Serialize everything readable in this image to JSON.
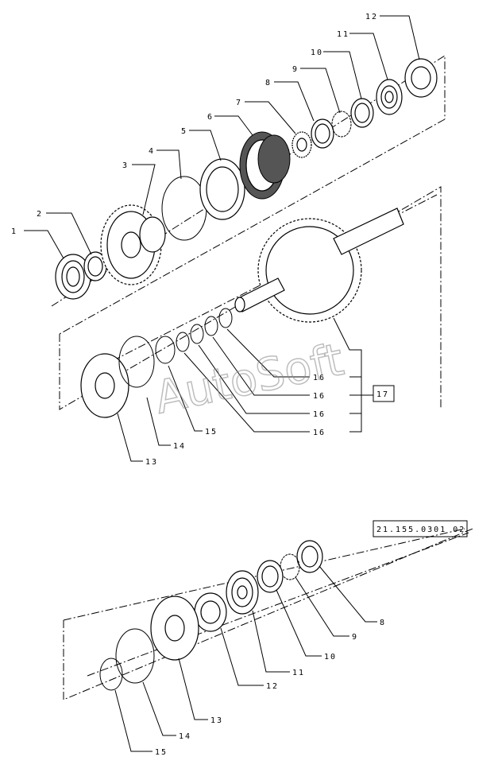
{
  "watermark": "AutoSoft",
  "reference_code": "21.155.0301 02",
  "group_box": "17",
  "upper_labels": {
    "l1": "1",
    "l2": "2",
    "l3": "3",
    "l4": "4",
    "l5": "5",
    "l6": "6",
    "l7": "7",
    "l8": "8",
    "l9": "9",
    "l10": "10",
    "l11": "11",
    "l12": "12",
    "l13": "13",
    "l14": "14",
    "l15": "15",
    "l16a": "16",
    "l16b": "16",
    "l16c": "16",
    "l16d": "16"
  },
  "lower_labels": {
    "l8": "8",
    "l9": "9",
    "l10": "10",
    "l11": "11",
    "l12": "12",
    "l13": "13",
    "l14": "14",
    "l15": "15"
  }
}
